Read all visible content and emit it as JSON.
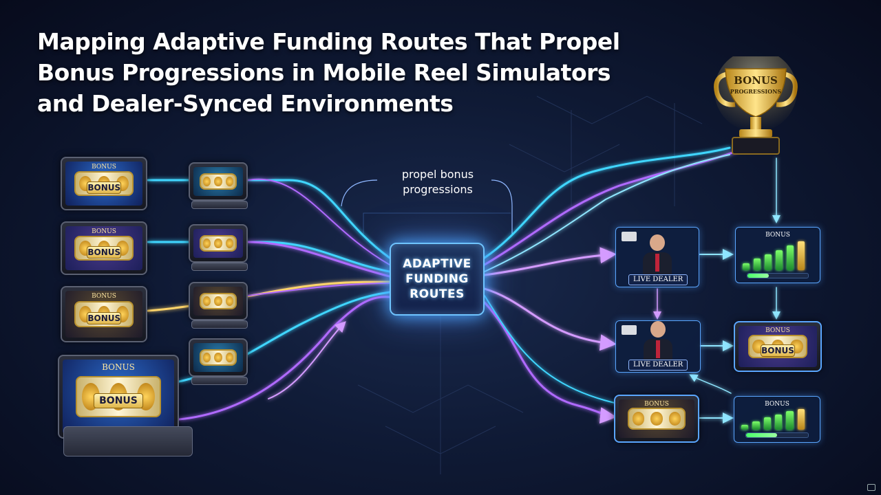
{
  "title": {
    "lines": [
      "Mapping Adaptive Funding Routes That Propel",
      "Bonus Progressions in Mobile Reel Simulators",
      "and Dealer-Synced Environments"
    ]
  },
  "center_node": {
    "lines": [
      "ADAPTIVE",
      "FUNDING",
      "ROUTES"
    ]
  },
  "caption": {
    "lines": [
      "propel bonus",
      "progressions"
    ]
  },
  "trophy": {
    "line1": "BONUS",
    "line2": "PROGRESSIONS"
  },
  "devices": [
    {
      "label": "BONUS",
      "screen_text": "BONUS"
    },
    {
      "label": "BONUS",
      "screen_text": "BONUS"
    },
    {
      "label": "BONUS",
      "screen_text": "BONUS"
    },
    {
      "label": "BONUS",
      "screen_text": "BONUS"
    }
  ],
  "dealer_panels": [
    {
      "tag": "LIVE DEALER"
    },
    {
      "tag": "LIVE DEALER"
    }
  ],
  "reward_panels": [
    {
      "title": "BONUS",
      "progress": 0.35
    },
    {
      "title": "BONUS",
      "screen_text": "BONUS"
    },
    {
      "title": "BONUS"
    },
    {
      "title": "BONUS",
      "progress": 0.5
    }
  ],
  "colors": {
    "cyan_flow": "#3fd6ff",
    "purple_flow": "#b06bff",
    "gold_flow": "#ffd56b",
    "accent_border": "#5aa6ff"
  }
}
